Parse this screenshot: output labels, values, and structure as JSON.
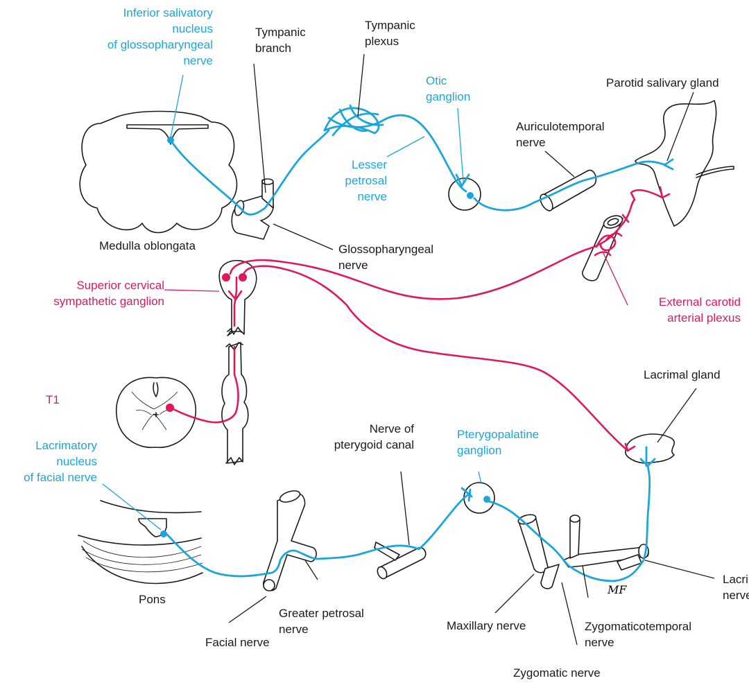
{
  "colors": {
    "parasympathetic": "#1aa6dc",
    "sympathetic": "#e0185a",
    "text": "#1a1a1a",
    "outline": "#1a1a1a",
    "background": "#ffffff"
  },
  "labels": {
    "inferior_salivatory_nucleus": [
      "Inferior salivatory",
      "nucleus",
      "of glossopharyngeal",
      "nerve"
    ],
    "tympanic_branch": [
      "Tympanic",
      "branch"
    ],
    "tympanic_plexus": [
      "Tympanic",
      "plexus"
    ],
    "otic_ganglion": [
      "Otic",
      "ganglion"
    ],
    "parotid_salivary_gland": [
      "Parotid salivary gland"
    ],
    "auriculotemporal_nerve": [
      "Auriculotemporal",
      "nerve"
    ],
    "lesser_petrosal_nerve": [
      "Lesser",
      "petrosal",
      "nerve"
    ],
    "medulla_oblongata": [
      "Medulla oblongata"
    ],
    "glossopharyngeal_nerve": [
      "Glossopharyngeal",
      "nerve"
    ],
    "superior_cervical_ganglion": [
      "Superior cervical",
      "sympathetic ganglion"
    ],
    "external_carotid_plexus": [
      "External carotid",
      "arterial plexus"
    ],
    "t1": [
      "T1"
    ],
    "lacrimal_gland": [
      "Lacrimal gland"
    ],
    "lacrimatory_nucleus": [
      "Lacrimatory",
      "nucleus",
      "of facial nerve"
    ],
    "nerve_of_pterygoid_canal": [
      "Nerve of",
      "pterygoid canal"
    ],
    "pterygopalatine_ganglion": [
      "Pterygopalatine",
      "ganglion"
    ],
    "pons": [
      "Pons"
    ],
    "greater_petrosal_nerve": [
      "Greater petrosal",
      "nerve"
    ],
    "facial_nerve": [
      "Facial nerve"
    ],
    "maxillary_nerve": [
      "Maxillary nerve"
    ],
    "zygomaticotemporal_nerve": [
      "Zygomaticotemporal",
      "nerve"
    ],
    "zygomatic_nerve": [
      "Zygomatic nerve"
    ],
    "lacrimal_nerve": [
      "Lacrimal",
      "nerve"
    ]
  },
  "signature": "MF"
}
